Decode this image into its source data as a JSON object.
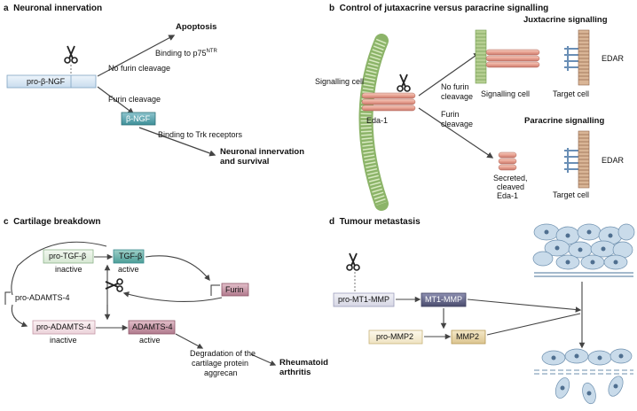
{
  "panels": {
    "a": {
      "letter": "a",
      "title": "Neuronal innervation",
      "pro": "pro-β-NGF",
      "apoptosis": "Apoptosis",
      "binding_p75": "Binding to p75",
      "binding_p75_sup": "NTR",
      "no_furin": "No furin cleavage",
      "furin": "Furin cleavage",
      "mature": "β-NGF",
      "binding_trk": "Binding to Trk receptors",
      "outcome_1": "Neuronal innervation",
      "outcome_2": "and survival"
    },
    "b": {
      "letter": "b",
      "title": "Control of jutaxacrine versus paracrine signalling",
      "juxtacrine": "Juxtacrine signalling",
      "paracrine": "Paracrine signalling",
      "signalling_cell_left": "Signalling cell",
      "eda1": "Eda-1",
      "no_furin_1": "No furin",
      "no_furin_2": "cleavage",
      "furin_1": "Furin",
      "furin_2": "cleavage",
      "signalling_cell": "Signalling cell",
      "target_cell_1": "Target cell",
      "target_cell_2": "Target cell",
      "edar_1": "EDAR",
      "edar_2": "EDAR",
      "secreted_1": "Secreted,",
      "secreted_2": "cleaved",
      "secreted_3": "Eda-1"
    },
    "c": {
      "letter": "c",
      "title": "Cartilage breakdown",
      "pro_tgf": "pro-TGF-β",
      "tgf": "TGF-β",
      "inactive_1": "inactive",
      "active_1": "active",
      "furin": "Furin",
      "pro_adamts_left": "pro-ADAMTS-4",
      "pro_adamts": "pro-ADAMTS-4",
      "adamts": "ADAMTS-4",
      "inactive_2": "inactive",
      "active_2": "active",
      "degradation_1": "Degradation of the",
      "degradation_2": "cartilage protein",
      "degradation_3": "aggrecan",
      "outcome_1": "Rheumatoid",
      "outcome_2": "arthritis"
    },
    "d": {
      "letter": "d",
      "title": "Tumour metastasis",
      "pro_mt1": "pro-MT1-MMP",
      "mt1": "MT1-MMP",
      "pro_mmp2": "pro-MMP2",
      "mmp2": "MMP2"
    }
  },
  "colors": {
    "blue_box": "#dbe9f4",
    "teal_box": "#5fa9b4",
    "green_box": "#e6f1e4",
    "teal_dark": "#3b8c90",
    "pink_box": "#f5e6ea",
    "mauve_box": "#b97f92",
    "lavender_box": "#e4e4ee",
    "slate_box": "#56587a",
    "cream_box": "#f6efd8",
    "tan_box": "#e8d7b0",
    "membrane_green": "#b6cf92",
    "membrane_tan": "#c9a27e",
    "receptor_blue": "#7f9fc0",
    "salmon": "#e8a292",
    "cell_blue": "#c9dbea"
  }
}
